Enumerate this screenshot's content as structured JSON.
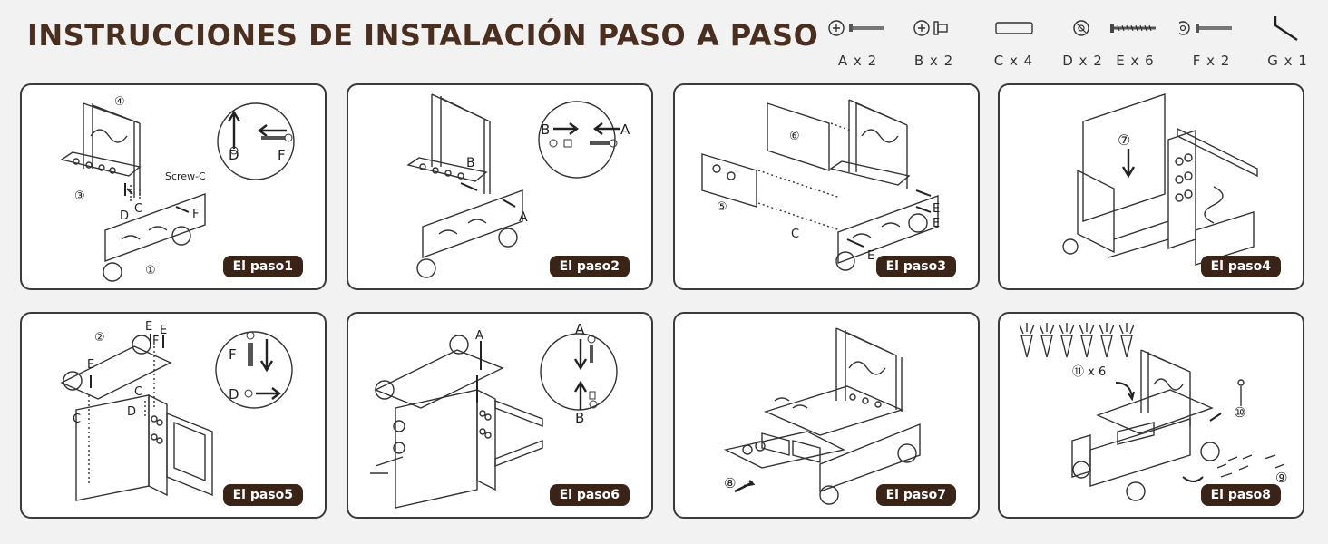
{
  "title": "INSTRUCCIONES DE INSTALACIÓN PASO A PASO",
  "parts": [
    {
      "icon": "long-screw-icon",
      "label": "A x 2"
    },
    {
      "icon": "short-bolt-icon",
      "label": "B x 2"
    },
    {
      "icon": "dowel-icon",
      "label": "C x 4"
    },
    {
      "icon": "barrel-nut-icon",
      "label": "D x 2"
    },
    {
      "icon": "wood-screw-icon",
      "label": "E x 6"
    },
    {
      "icon": "bolt-icon",
      "label": "F x 2"
    },
    {
      "icon": "hex-key-icon",
      "label": "G x 1"
    }
  ],
  "steps": [
    {
      "badge": "El paso1",
      "labels": {
        "n4": "④",
        "n3": "③",
        "n1": "①",
        "screw": "Screw-C",
        "d": "D",
        "c": "C",
        "f": "F",
        "zd": "D",
        "zf": "F"
      }
    },
    {
      "badge": "El paso2",
      "labels": {
        "b": "B",
        "a": "A",
        "zb": "B",
        "za": "A"
      }
    },
    {
      "badge": "El paso3",
      "labels": {
        "n6": "⑥",
        "n5": "⑤",
        "c": "C",
        "e1": "E",
        "e2": "E",
        "e3": "E"
      }
    },
    {
      "badge": "El paso4",
      "labels": {
        "n7": "⑦"
      }
    },
    {
      "badge": "El paso5",
      "labels": {
        "n2": "②",
        "e1": "E",
        "f": "F",
        "e2": "E",
        "e3": "E",
        "c1": "C",
        "c2": "C",
        "d": "D",
        "zf": "F",
        "zd": "D"
      }
    },
    {
      "badge": "El paso6",
      "labels": {
        "a": "A",
        "za": "A",
        "zb": "B"
      }
    },
    {
      "badge": "El paso7",
      "labels": {
        "n8": "⑧"
      }
    },
    {
      "badge": "El paso8",
      "labels": {
        "n11": "⑪ x 6",
        "n10": "⑩",
        "n9": "⑨"
      }
    }
  ]
}
